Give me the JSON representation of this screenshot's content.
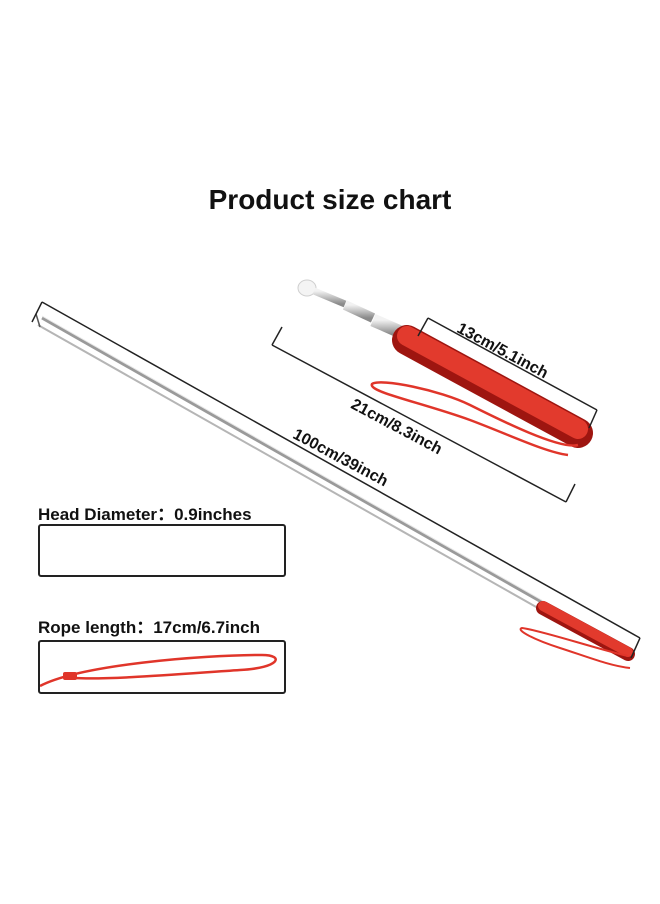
{
  "title": "Product size chart",
  "dimensions": {
    "handle": "13cm/5.1inch",
    "collapsed": "21cm/8.3inch",
    "extended": "100cm/39inch"
  },
  "head": {
    "label": "Head Diameter",
    "value": "0.9inches"
  },
  "rope": {
    "label": "Rope length",
    "value": "17cm/6.7inch"
  },
  "colors": {
    "handle_red": "#d8261f",
    "steel": "#c9c9c9",
    "outline": "#222222"
  }
}
